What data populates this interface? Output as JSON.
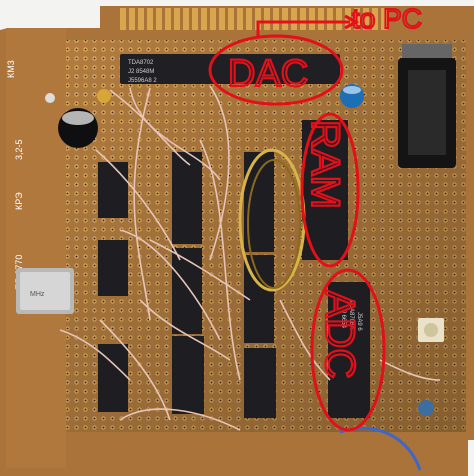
{
  "annotations": {
    "to_pc": "to PC",
    "dac": "DAC",
    "ram": "RAM",
    "adc": "ADC"
  },
  "board_marks": {
    "km3": "КМ3",
    "kp3": "КРЭ",
    "value": "3,2-5",
    "part_no": "ПБ-3770",
    "mhz": "MHz",
    "ic_top": "TDA8702",
    "ic_top2": "J2  8548M",
    "ic_top3": "J5596A8 2",
    "ic_adc": "TDA8708A",
    "ic_adc2": "J 6654",
    "ic_adc3": "J5A9 6"
  },
  "colors": {
    "pcb": "#b07a3e",
    "pcb_dark": "#8a5a2a",
    "annotation": "#e3101a",
    "ic": "#1e1e22",
    "copper": "#d7a24a"
  }
}
